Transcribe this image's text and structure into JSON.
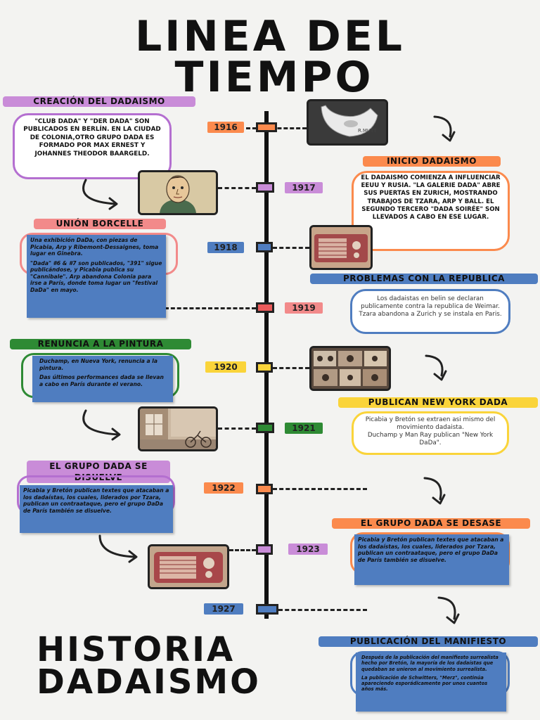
{
  "header": {
    "line1": "LINEA DEL",
    "line2": "TIEMPO"
  },
  "footer": {
    "line1": "HISTORIA",
    "line2": "DADAISMO"
  },
  "years": [
    "1916",
    "1917",
    "1918",
    "1919",
    "1920",
    "1921",
    "1922",
    "1923",
    "1927"
  ],
  "colors": {
    "orange": "#fb8a4d",
    "purple": "#c98cd8",
    "blue": "#4f7dc0",
    "red": "#ea5a5a",
    "yellow": "#fad43a",
    "green": "#2e8a34",
    "pink": "#f28a8a"
  },
  "events": {
    "creacion": {
      "label": "CREACIÓN DEL DADAISMO",
      "text": "\"CLUB DADA\" Y \"DER DADA\" SON PUBLICADOS EN BERLÍN. EN LA CIUDAD DE COLONIA,OTRO GRUPO DADA ES FORMADO POR MAX ERNEST Y JOHANNES THEODOR BAARGELD."
    },
    "inicio": {
      "label": "INICIO DADAISMO",
      "text": "EL DADAISMO COMIENZA A INFLUENCIAR EEUU Y RUSIA. \"LA GALERIE DADA\" ABRE SUS PUERTAS EN ZURICH, MOSTRANDO TRABAJOS DE TZARA, ARP Y BALL. EL SEGUNDO TERCERO \"DADA SOIRÉE\" SON LLEVADOS A CABO EN ESE LUGAR."
    },
    "union": {
      "label": "UNIÓN BORCELLE",
      "p1": "Una exhibición DaDa, con piezas de Picabia, Arp y Ribemont-Dessaignes, toma lugar en Ginebra.",
      "p2": "\"Dada\" #6 & #7 son publicados, \"391\" sigue publicándose, y Picabia publica su \"Cannibale\". Arp abandona Colonia para irse a París, donde toma lugar un \"festival DaDa\" en mayo."
    },
    "problemas": {
      "label": "PROBLEMAS CON LA REPUBLICA",
      "p1": "Los dadaistas en belin se declaran publicamente contra la republica de Weimar.",
      "p2": "Tzara abandona a Zurich y se instala en Paris."
    },
    "renuncia": {
      "label": "RENUNCIA A LA PINTURA",
      "p1": "Duchamp, en Nueva York, renuncia a la pintura.",
      "p2": "Das últimos performances dada se llevan a cabo en París durante el verano."
    },
    "publican": {
      "label": "PUBLICAN NEW YORK DADA",
      "p1": "Picabia y Bretón se extraen asi mismo del movimiento dadaista.",
      "p2": "Duchamp y Man Ray publican \"New York DaDa\"."
    },
    "disuelve": {
      "label": "EL GRUPO DADA SE DISUELVE",
      "text": "Picabia y Bretón publican textes que atacaban a los dadaístas, los cuales, liderados por Tzara, publican un contraataque, pero el grupo DaDa de París también se disuelve."
    },
    "desase": {
      "label": "EL GRUPO DADA SE DESASE",
      "text": "Picabia y Bretón publican textes que atacaban a los dadaístas, los cuales, liderados por Tzara, publican un contraataque, pero el grupo DaDa de París también se disuelve."
    },
    "manifiesto": {
      "label": "PUBLICACIÓN DEL MANIFIESTO",
      "p1": "Después de la publicación del manifiesto surrealista hecho por Bretón, la mayoría de los dadaístas que quedaban se unieron al movimiento surrealista.",
      "p2": "La publicación de Schwitters, \"Merz\", continúa apareciendo esporádicamente por unos cuantos años más."
    }
  }
}
